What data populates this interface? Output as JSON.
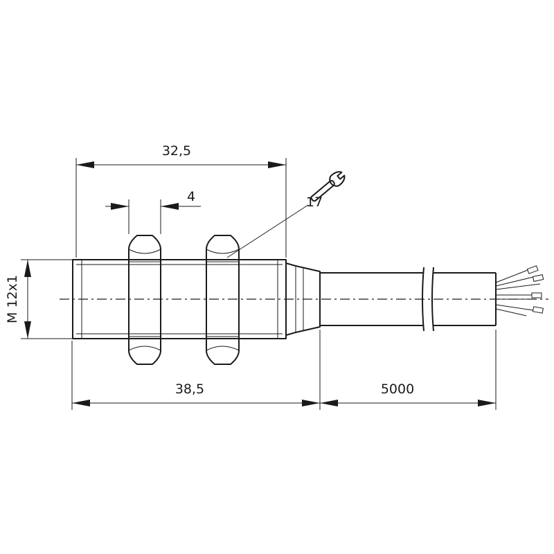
{
  "drawing": {
    "dimensions": {
      "overall_length": "32,5",
      "nut_thickness": "4",
      "wrench_size": "17",
      "body_length": "38,5",
      "cable_length": "5000",
      "thread": "M 12x1"
    }
  }
}
